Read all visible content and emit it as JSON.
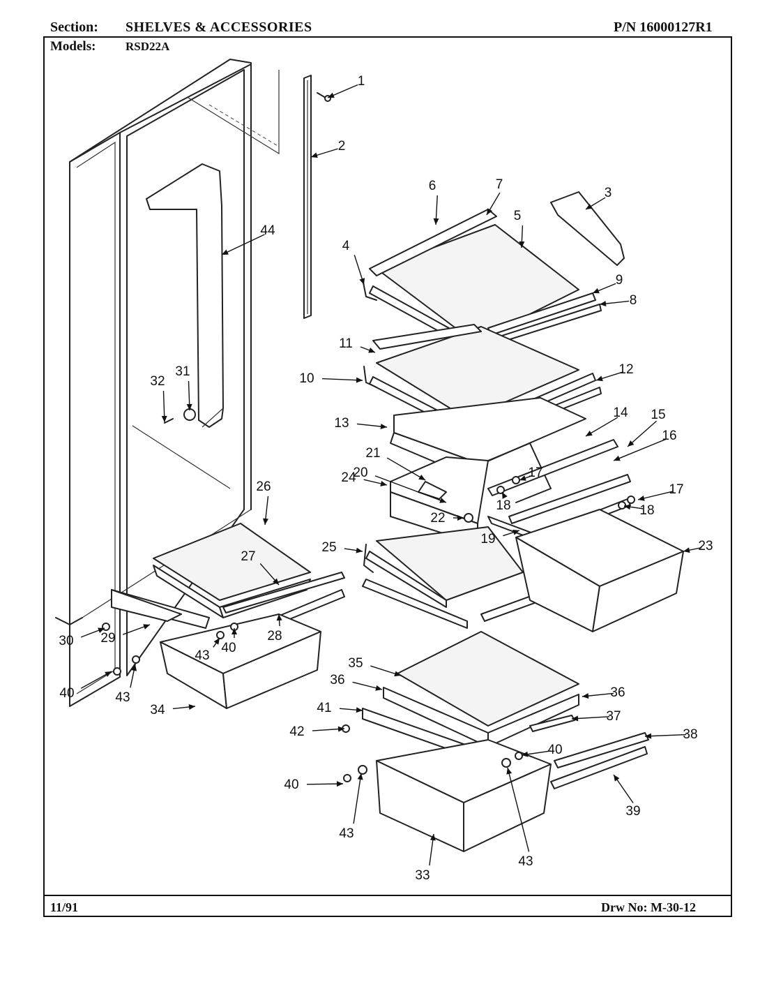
{
  "header": {
    "section_label": "Section:",
    "section_value": "SHELVES & ACCESSORIES",
    "part_number": "P/N 16000127R1",
    "models_label": "Models:",
    "models_value": "RSD22A"
  },
  "footer": {
    "date": "11/91",
    "drawing_number": "Drw No: M-30-12"
  },
  "callouts": [
    "1",
    "2",
    "3",
    "4",
    "5",
    "6",
    "7",
    "8",
    "9",
    "10",
    "11",
    "12",
    "13",
    "14",
    "15",
    "16",
    "17",
    "18",
    "19",
    "20",
    "21",
    "22",
    "23",
    "24",
    "25",
    "26",
    "27",
    "28",
    "29",
    "30",
    "31",
    "32",
    "33",
    "34",
    "35",
    "36",
    "37",
    "38",
    "39",
    "40",
    "41",
    "42",
    "43",
    "44"
  ]
}
